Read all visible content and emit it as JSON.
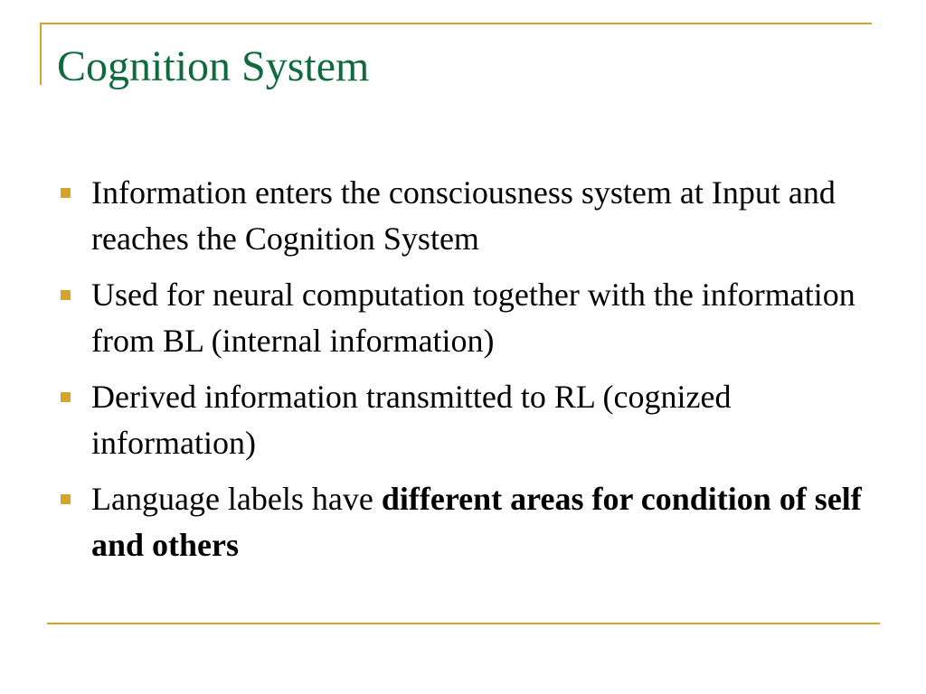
{
  "slide": {
    "title": "Cognition System",
    "bullets": [
      {
        "text": "Information enters the consciousness system at Input and reaches the Cognition System"
      },
      {
        "text": "Used for neural computation together with the information from BL (internal information)"
      },
      {
        "text": "Derived information transmitted to RL (cognized information)"
      },
      {
        "text": "Language labels have ",
        "bold": "different areas for condition of self and others"
      }
    ]
  },
  "colors": {
    "title": "#0f6a3d",
    "accent": "#d4a52a",
    "text": "#000000",
    "background": "#ffffff"
  }
}
